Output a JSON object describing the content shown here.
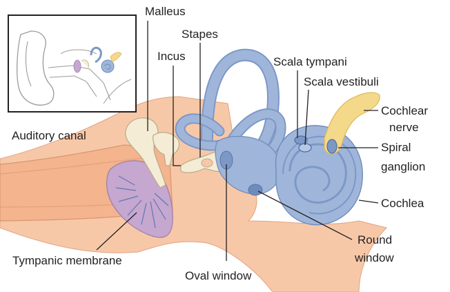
{
  "labels": {
    "malleus": "Malleus",
    "stapes": "Stapes",
    "incus": "Incus",
    "scala_tympani": "Scala tympani",
    "scala_vestibuli": "Scala vestibuli",
    "cochlear_nerve_1": "Cochlear",
    "cochlear_nerve_2": "nerve",
    "auditory_canal": "Auditory canal",
    "spiral_ganglion_1": "Spiral",
    "spiral_ganglion_2": "ganglion",
    "cochlea": "Cochlea",
    "round_window_1": "Round",
    "round_window_2": "window",
    "tympanic_membrane": "Tympanic membrane",
    "oval_window": "Oval window"
  },
  "colors": {
    "tissue": "#f7c8a8",
    "tissue_dark": "#eaa985",
    "canal": "#f3b48e",
    "bone": "#f4ecd4",
    "labyrinth": "#9fb6da",
    "labyrinth_dark": "#7d98c6",
    "nerve": "#f5d98a",
    "membrane": "#c6a7cf"
  }
}
